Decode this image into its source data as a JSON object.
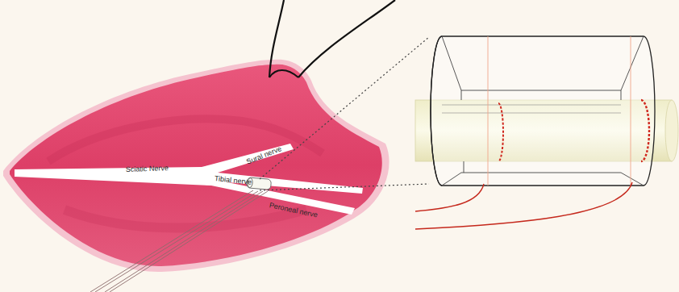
{
  "diagram": {
    "labels": [
      "Sciatic Nerve",
      "Sural nerve",
      "Tibial nerve",
      "Peroneal nerve"
    ]
  }
}
